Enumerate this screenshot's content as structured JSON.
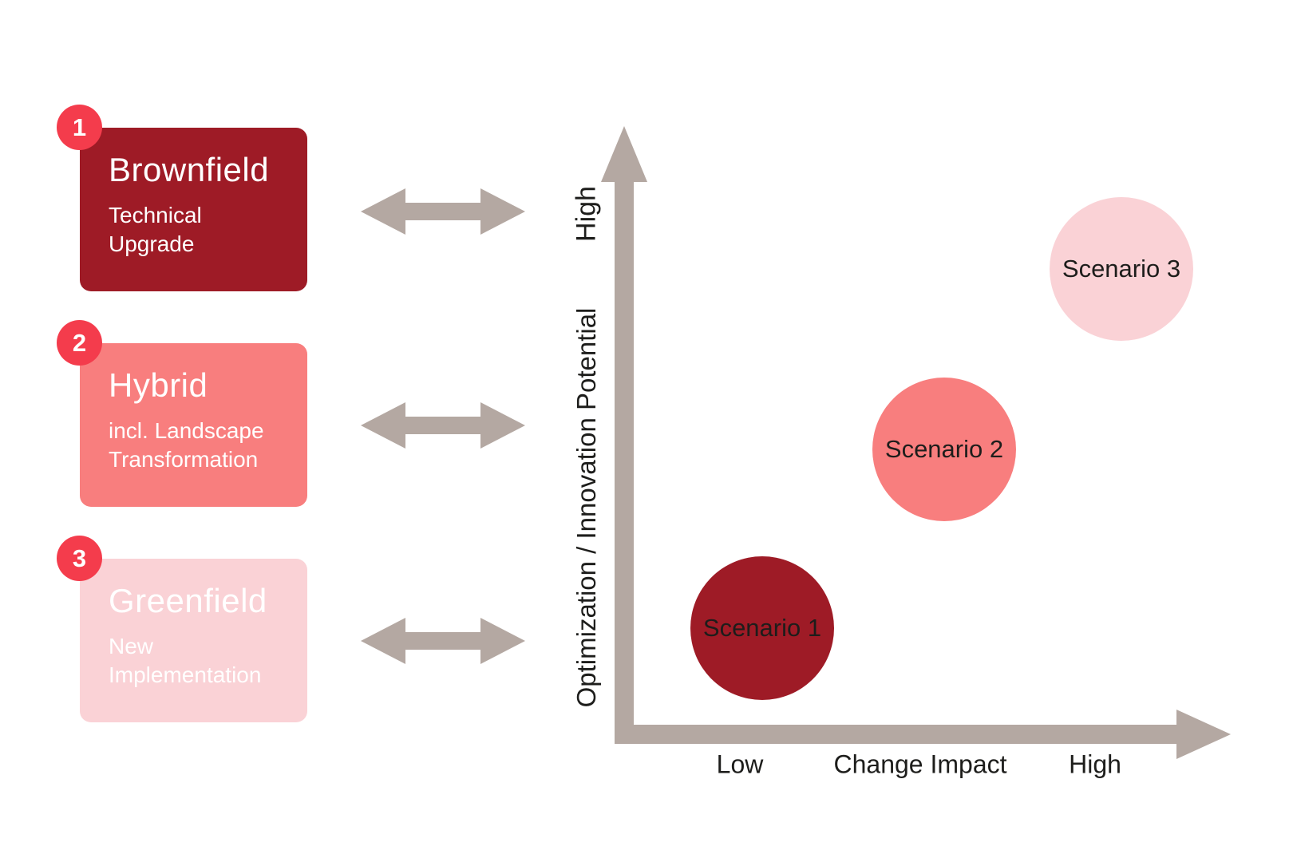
{
  "palette": {
    "dark_red": "#9E1B26",
    "salmon": "#F87E7E",
    "light_pink": "#FAD2D6",
    "badge_red": "#F43C4C",
    "arrow_taupe": "#B4A8A2",
    "text_dark": "#1D1D1B",
    "text_on_cards": "#FFFFFF"
  },
  "options": [
    {
      "number": "1",
      "title": "Brownfield",
      "subtitle": "Technical Upgrade"
    },
    {
      "number": "2",
      "title": "Hybrid",
      "subtitle": "incl. Landscape Transformation"
    },
    {
      "number": "3",
      "title": "Greenfield",
      "subtitle": "New Implementation"
    }
  ],
  "chart_data": {
    "type": "scatter",
    "xlabel": "Change Impact",
    "ylabel": "Optimization / Innovation Potential",
    "x_tick_labels": [
      "Low",
      "High"
    ],
    "y_tick_labels": [
      "High"
    ],
    "axis_ranges": {
      "x": [
        "Low",
        "High"
      ],
      "y": [
        "Low",
        "High"
      ]
    },
    "grid": false,
    "legend": false,
    "points": [
      {
        "label": "Scenario 1",
        "x": "low",
        "y": "low",
        "color": "#9E1B26",
        "maps_to_option": "Brownfield"
      },
      {
        "label": "Scenario 2",
        "x": "medium",
        "y": "medium",
        "color": "#F87E7E",
        "maps_to_option": "Hybrid"
      },
      {
        "label": "Scenario 3",
        "x": "high",
        "y": "high",
        "color": "#FAD2D6",
        "maps_to_option": "Greenfield"
      }
    ]
  }
}
